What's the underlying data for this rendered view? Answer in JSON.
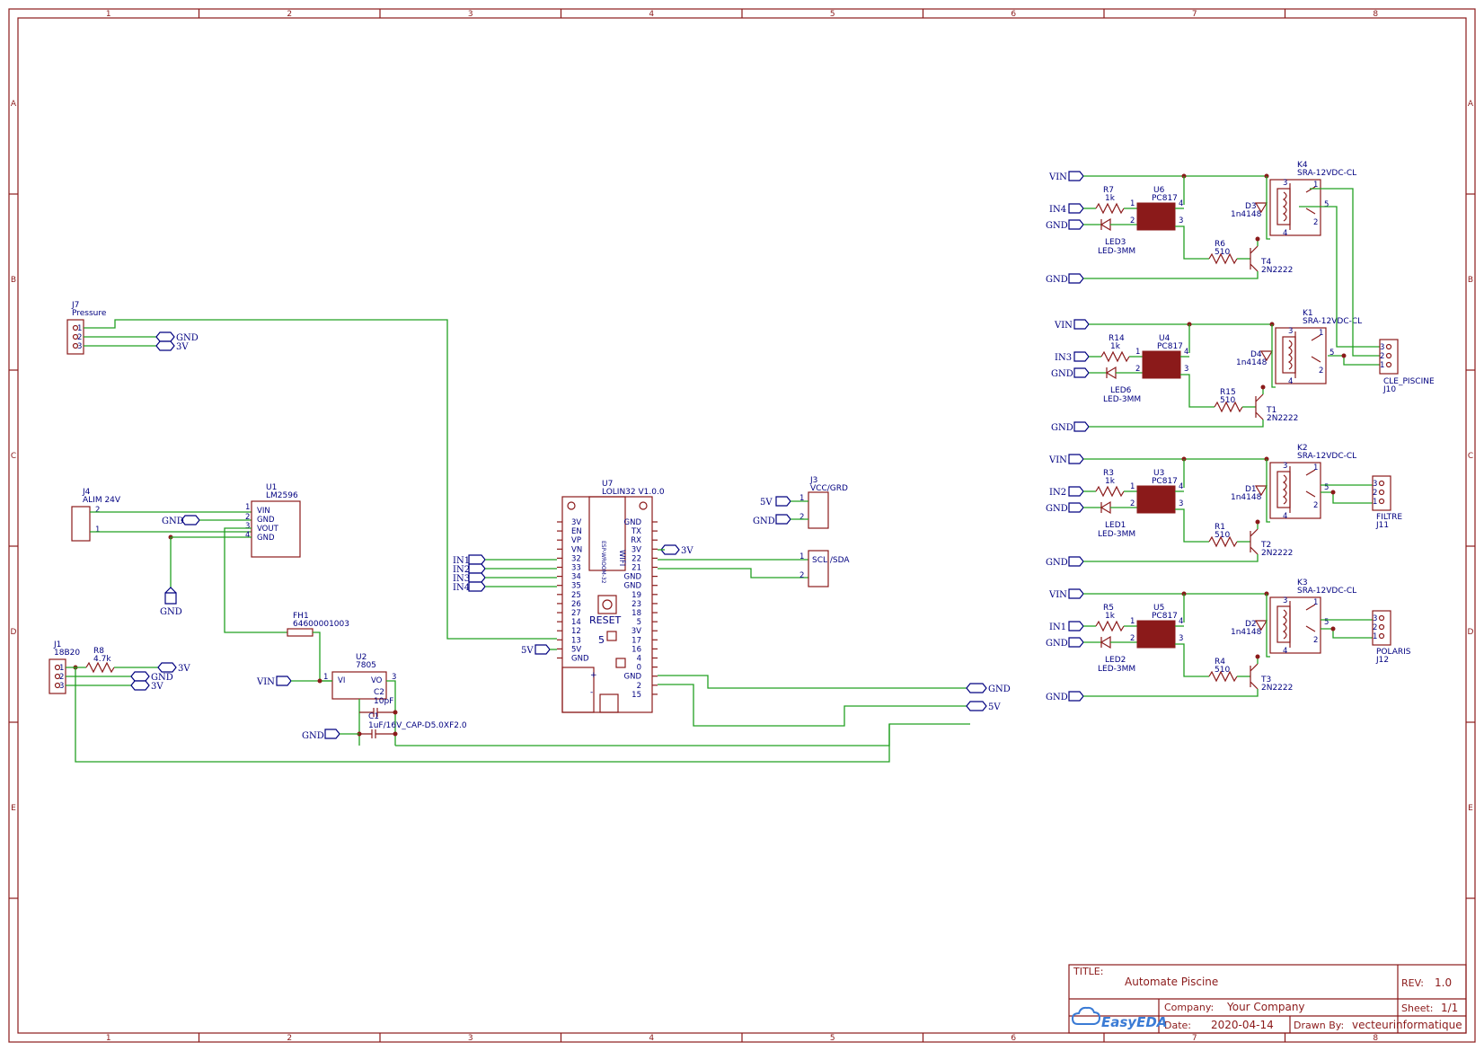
{
  "sheet": {
    "columns": [
      "1",
      "2",
      "3",
      "4",
      "5",
      "6",
      "7",
      "8"
    ],
    "rows": [
      "A",
      "B",
      "C",
      "D",
      "E"
    ]
  },
  "title_block": {
    "title_label": "TITLE:",
    "title": "Automate Piscine",
    "rev_label": "REV:",
    "rev": "1.0",
    "company_label": "Company:",
    "company": "Your Company",
    "sheet_label": "Sheet:",
    "sheet": "1/1",
    "date_label": "Date:",
    "date": "2020-04-14",
    "drawn_label": "Drawn By:",
    "drawn_by": "vecteurinformatique",
    "logo": "EasyEDA"
  },
  "components": {
    "j7": {
      "ref": "J7",
      "value": "Pressure"
    },
    "j4": {
      "ref": "J4",
      "value": "ALIM 24V"
    },
    "u1": {
      "ref": "U1",
      "value": "LM2596",
      "pins": [
        "VIN",
        "GND",
        "VOUT",
        "GND"
      ]
    },
    "j1": {
      "ref": "J1",
      "value": "18B20"
    },
    "r8": {
      "ref": "R8",
      "value": "4.7k"
    },
    "fh1": {
      "ref": "FH1",
      "value": "64600001003"
    },
    "u2": {
      "ref": "U2",
      "value": "7805",
      "vi": "VI",
      "vo": "VO"
    },
    "c2": {
      "ref": "C2",
      "value": "10pF"
    },
    "c1": {
      "ref": "C1",
      "value": "1uF/16V_CAP-D5.0XF2.0"
    },
    "u7": {
      "ref": "U7",
      "value": "LOLIN32 V1.0.0",
      "wifi": "WIFI",
      "module": "ESP-WROOM-32",
      "reset": "RESET",
      "five": "5",
      "left_pins": [
        "3V",
        "EN",
        "VP",
        "VN",
        "32",
        "33",
        "34",
        "35",
        "25",
        "26",
        "27",
        "14",
        "12",
        "13",
        "5V",
        "GND"
      ],
      "right_pins": [
        "GND",
        "TX",
        "RX",
        "3V",
        "22",
        "21",
        "GND",
        "GND",
        "19",
        "23",
        "18",
        "5",
        "3V",
        "17",
        "16",
        "4",
        "0",
        "GND",
        "2",
        "15"
      ]
    },
    "j3": {
      "ref": "J3",
      "value": "VCC/GRD"
    },
    "scl": {
      "label": "SCL /SDA"
    },
    "j10": {
      "ref": "J10",
      "value": "CLE_PISCINE"
    },
    "j11": {
      "ref": "J11",
      "value": "FILTRE"
    },
    "j12": {
      "ref": "J12",
      "value": "POLARIS"
    }
  },
  "channels": [
    {
      "relay": "K4",
      "relay_val": "SRA-12VDC-CL",
      "r_in": "R7",
      "r_in_val": "1k",
      "opto": "U6",
      "opto_val": "PC817",
      "diode": "D3",
      "diode_val": "1n4148",
      "led": "LED3",
      "led_val": "LED-3MM",
      "r_b": "R6",
      "r_b_val": "510",
      "tr": "T4",
      "tr_val": "2N2222",
      "in": "IN4"
    },
    {
      "relay": "K1",
      "relay_val": "SRA-12VDC-CL",
      "r_in": "R14",
      "r_in_val": "1k",
      "opto": "U4",
      "opto_val": "PC817",
      "diode": "D4",
      "diode_val": "1n4148",
      "led": "LED6",
      "led_val": "LED-3MM",
      "r_b": "R15",
      "r_b_val": "510",
      "tr": "T1",
      "tr_val": "2N2222",
      "in": "IN3"
    },
    {
      "relay": "K2",
      "relay_val": "SRA-12VDC-CL",
      "r_in": "R3",
      "r_in_val": "1k",
      "opto": "U3",
      "opto_val": "PC817",
      "diode": "D1",
      "diode_val": "1n4148",
      "led": "LED1",
      "led_val": "LED-3MM",
      "r_b": "R1",
      "r_b_val": "510",
      "tr": "T2",
      "tr_val": "2N2222",
      "in": "IN2"
    },
    {
      "relay": "K3",
      "relay_val": "SRA-12VDC-CL",
      "r_in": "R5",
      "r_in_val": "1k",
      "opto": "U5",
      "opto_val": "PC817",
      "diode": "D2",
      "diode_val": "1n4148",
      "led": "LED2",
      "led_val": "LED-3MM",
      "r_b": "R4",
      "r_b_val": "510",
      "tr": "T3",
      "tr_val": "2N2222",
      "in": "IN1"
    }
  ],
  "nets": {
    "gnd": "GND",
    "v3": "3V",
    "v5": "5V",
    "vin": "VIN",
    "in1": "IN1",
    "in2": "IN2",
    "in3": "IN3",
    "in4": "IN4"
  }
}
